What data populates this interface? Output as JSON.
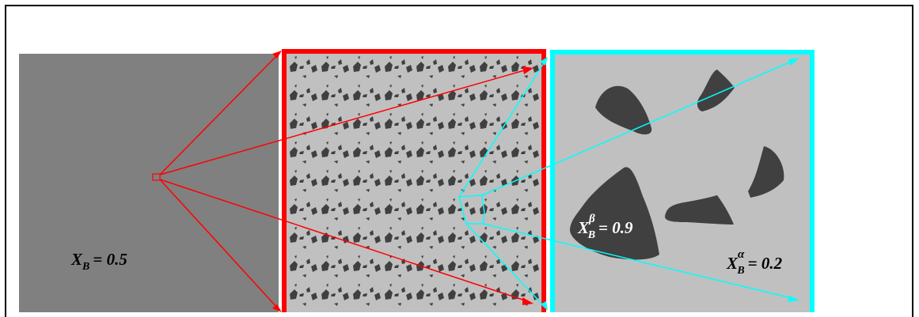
{
  "panels": {
    "macro": {
      "label_main": "X",
      "label_sub": "B",
      "label_value": "= 0.5",
      "fill": "#808080"
    },
    "meso": {
      "border_color": "#ff0000",
      "fill": "#c0c0c0",
      "particle_color": "#404040"
    },
    "micro": {
      "border_color": "#00ffff",
      "fill": "#c0c0c0",
      "particle_color": "#404040"
    }
  },
  "labels": {
    "beta": {
      "main": "X",
      "sup": "β",
      "sub": "B",
      "value": "= 0.9"
    },
    "alpha": {
      "main": "X",
      "sup": "α",
      "sub": "B",
      "value": "= 0.2"
    }
  },
  "colors": {
    "zoom_red": "#ff0000",
    "zoom_cyan": "#00ffff"
  }
}
